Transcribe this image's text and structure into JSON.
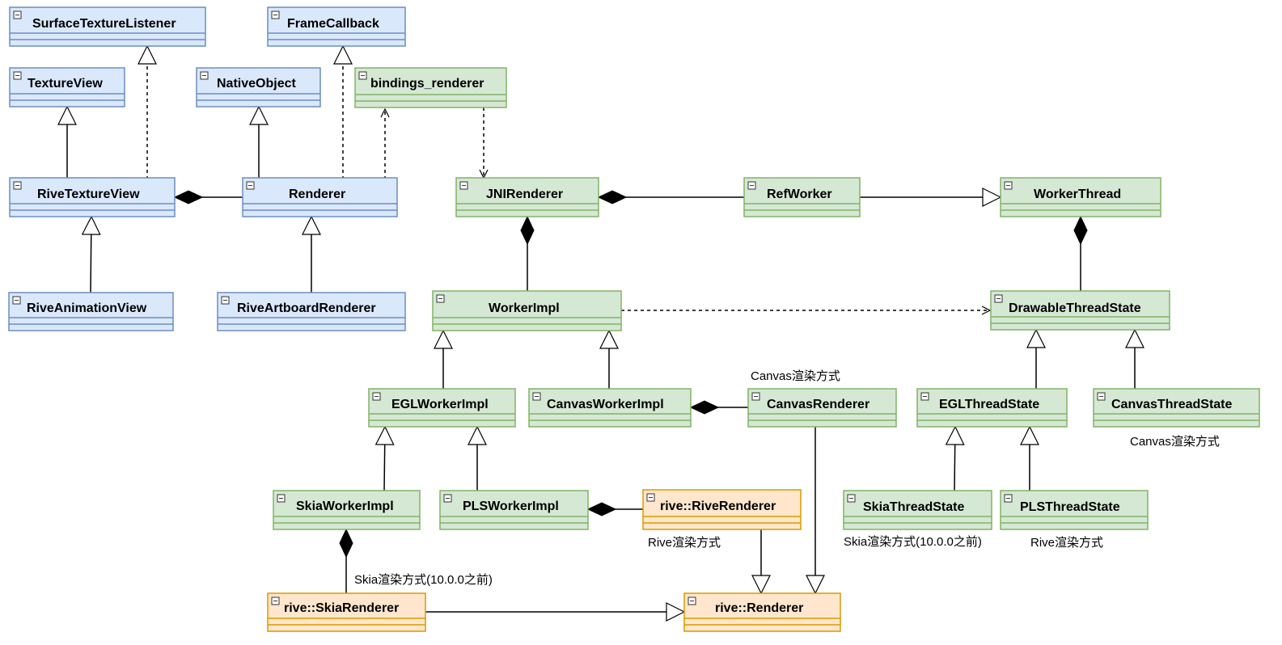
{
  "colors": {
    "blue_fill": "#dae8fc",
    "blue_stroke": "#6c8ebf",
    "green_fill": "#d5e8d4",
    "green_stroke": "#82b366",
    "orange_fill": "#ffe6cc",
    "orange_stroke": "#d79b00"
  },
  "classes": {
    "surface_texture_listener": "SurfaceTextureListener",
    "frame_callback": "FrameCallback",
    "texture_view": "TextureView",
    "native_object": "NativeObject",
    "bindings_renderer": "bindings_renderer",
    "rive_texture_view": "RiveTextureView",
    "renderer": "Renderer",
    "jni_renderer": "JNIRenderer",
    "ref_worker": "RefWorker",
    "worker_thread": "WorkerThread",
    "rive_animation_view": "RiveAnimationView",
    "rive_artboard_renderer": "RiveArtboardRenderer",
    "worker_impl": "WorkerImpl",
    "drawable_thread_state": "DrawableThreadState",
    "egl_worker_impl": "EGLWorkerImpl",
    "canvas_worker_impl": "CanvasWorkerImpl",
    "canvas_renderer": "CanvasRenderer",
    "egl_thread_state": "EGLThreadState",
    "canvas_thread_state": "CanvasThreadState",
    "skia_worker_impl": "SkiaWorkerImpl",
    "pls_worker_impl": "PLSWorkerImpl",
    "rive_rive_renderer": "rive::RiveRenderer",
    "skia_thread_state": "SkiaThreadState",
    "pls_thread_state": "PLSThreadState",
    "rive_skia_renderer": "rive::SkiaRenderer",
    "rive_renderer": "rive::Renderer"
  },
  "notes": {
    "canvas_renderer_note": "Canvas渲染方式",
    "canvas_thread_state_note": "Canvas渲染方式",
    "rive_renderer_note": "Rive渲染方式",
    "skia_thread_state_note": "Skia渲染方式(10.0.0之前)",
    "pls_thread_state_note": "Rive渲染方式",
    "skia_renderer_note": "Skia渲染方式(10.0.0之前)"
  }
}
